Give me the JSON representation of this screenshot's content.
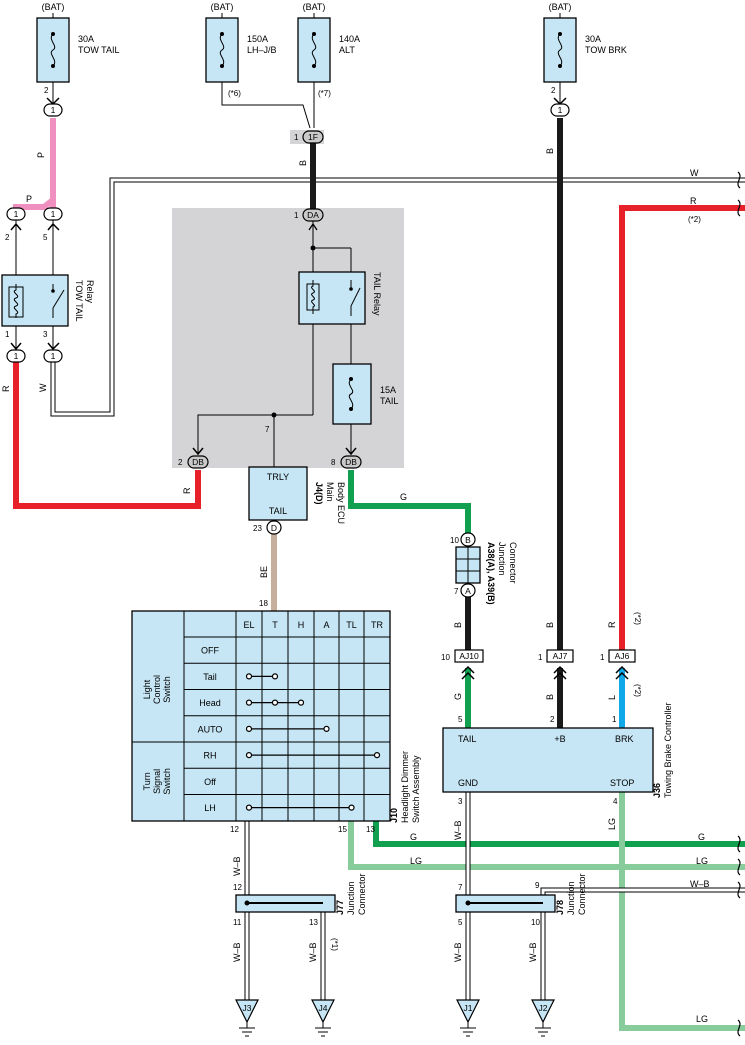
{
  "fuses": [
    {
      "id": "fuse-tow-tail",
      "source": "(BAT)",
      "rating": "30A",
      "name": "TOW TAIL",
      "pin": "2"
    },
    {
      "id": "fuse-lhjb",
      "source": "(BAT)",
      "rating": "150A",
      "name": "LH–J/B",
      "note": "(*6)"
    },
    {
      "id": "fuse-alt",
      "source": "(BAT)",
      "rating": "140A",
      "name": "ALT",
      "note": "(*7)"
    },
    {
      "id": "fuse-tow-brk",
      "source": "(BAT)",
      "rating": "30A",
      "name": "TOW BRK",
      "pin": "2"
    }
  ],
  "wire_colors": {
    "P": "#f090c0",
    "B": "#1a1a1a",
    "R": "#e8202a",
    "G": "#10a050",
    "LG": "#88cc9c",
    "W": "#ffffff",
    "BE": "#c4b09c",
    "L": "#10a8e8",
    "WB": "#ffffff",
    "gray_area": "#d4d4d6",
    "component_fill": "#c6e6f5"
  },
  "wire_labels": {
    "P": "P",
    "B": "B",
    "R": "R",
    "G": "G",
    "LG": "LG",
    "W": "W",
    "BE": "BE",
    "L": "L",
    "WB": "W–B"
  },
  "notes": {
    "n1": "(*1)",
    "n2": "(*2)",
    "n6": "(*6)",
    "n7": "(*7)"
  },
  "pins": {
    "p1": "1",
    "p2": "2",
    "p3": "3",
    "p4": "4",
    "p5": "5",
    "p7": "7",
    "p8": "8",
    "p9": "9",
    "p10": "10",
    "p11": "11",
    "p12": "12",
    "p13": "13",
    "p15": "15",
    "p18": "18",
    "p23": "23"
  },
  "connectors": {
    "c1": "1",
    "c1F": "1F",
    "cDA": "DA",
    "cDB": "DB",
    "cD": "D",
    "cA": "A",
    "cB": "B",
    "cAJ10": "AJ10",
    "cAJ7": "AJ7",
    "cAJ6": "AJ6"
  },
  "tow_tail_relay": {
    "name": "TOW TAIL",
    "sub": "Relay"
  },
  "tail_relay": {
    "name": "TAIL Relay"
  },
  "tail_fuse": {
    "rating": "15A",
    "name": "TAIL"
  },
  "ecu": {
    "terminal_top": "TRLY",
    "terminal_bottom": "TAIL",
    "code": "J4(D)",
    "name": "Main",
    "sub": "Body ECU"
  },
  "junction_a38": {
    "code": "A38(A), A39(B)",
    "name": "Junction",
    "sub": "Connector"
  },
  "switch": {
    "code": "J10",
    "name": "Headlight Dimmer",
    "sub": "Switch Assembly",
    "columns": [
      "EL",
      "T",
      "H",
      "A",
      "TL",
      "TR"
    ],
    "group1": [
      "Light",
      "Control",
      "Switch"
    ],
    "group2": [
      "Turn",
      "Signal",
      "Switch"
    ],
    "rows": [
      "OFF",
      "Tail",
      "Head",
      "AUTO",
      "RH",
      "Off",
      "LH"
    ]
  },
  "brake_controller": {
    "code": "J36",
    "name": "Towing Brake Controller",
    "tail": "TAIL",
    "plus_b": "+B",
    "brk": "BRK",
    "gnd": "GND",
    "stop": "STOP"
  },
  "j77": {
    "code": "J77",
    "name": "Junction",
    "sub": "Connector"
  },
  "j78": {
    "code": "J78",
    "name": "Junction",
    "sub": "Connector"
  },
  "grounds": [
    "J3",
    "J4",
    "J1",
    "J2"
  ]
}
